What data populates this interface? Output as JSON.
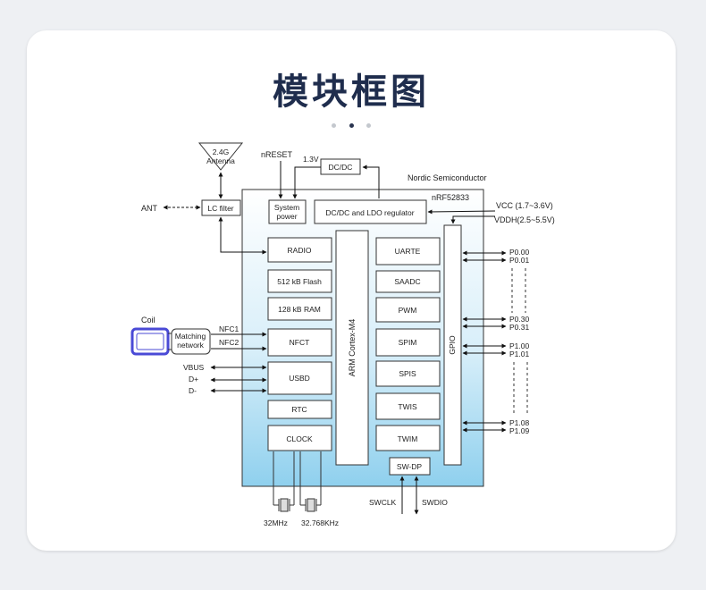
{
  "page": {
    "title": "模块框图",
    "pagination": {
      "count": 3,
      "active_index": 1
    }
  },
  "diagram": {
    "antenna": "2.4G\nAntenna",
    "ant": "ANT",
    "lc_filter": "LC filter",
    "nreset": "nRESET",
    "v13": "1.3V",
    "dcdc": "DC/DC",
    "manufacturer": "Nordic Semiconductor",
    "chip": "nRF52833",
    "system_power": "System\npower",
    "regulator": "DC/DC and LDO regulator",
    "vcc": "VCC (1.7~3.6V)",
    "vddh": "VDDH(2.5~5.5V)",
    "coil": "Coil",
    "matching_network": "Matching\nnetwork",
    "nfc1": "NFC1",
    "nfc2": "NFC2",
    "left_blocks": [
      "RADIO",
      "512 kB Flash",
      "128 kB RAM",
      "NFCT",
      "USBD",
      "RTC",
      "CLOCK"
    ],
    "cpu": "ARM Cortex-M4",
    "right_blocks": [
      "UARTE",
      "SAADC",
      "PWM",
      "SPIM",
      "SPIS",
      "TWIS",
      "TWIM"
    ],
    "gpio": "GPIO",
    "usb_signals": [
      "VBUS",
      "D+",
      "D-"
    ],
    "gpio_pins": [
      "P0.00",
      "P0.01",
      "P0.30",
      "P0.31",
      "P1.00",
      "P1.01",
      "P1.08",
      "P1.09"
    ],
    "swdp": "SW-DP",
    "swclk": "SWCLK",
    "swdio": "SWDIO",
    "crystals": [
      "32MHz",
      "32.768KHz"
    ]
  }
}
